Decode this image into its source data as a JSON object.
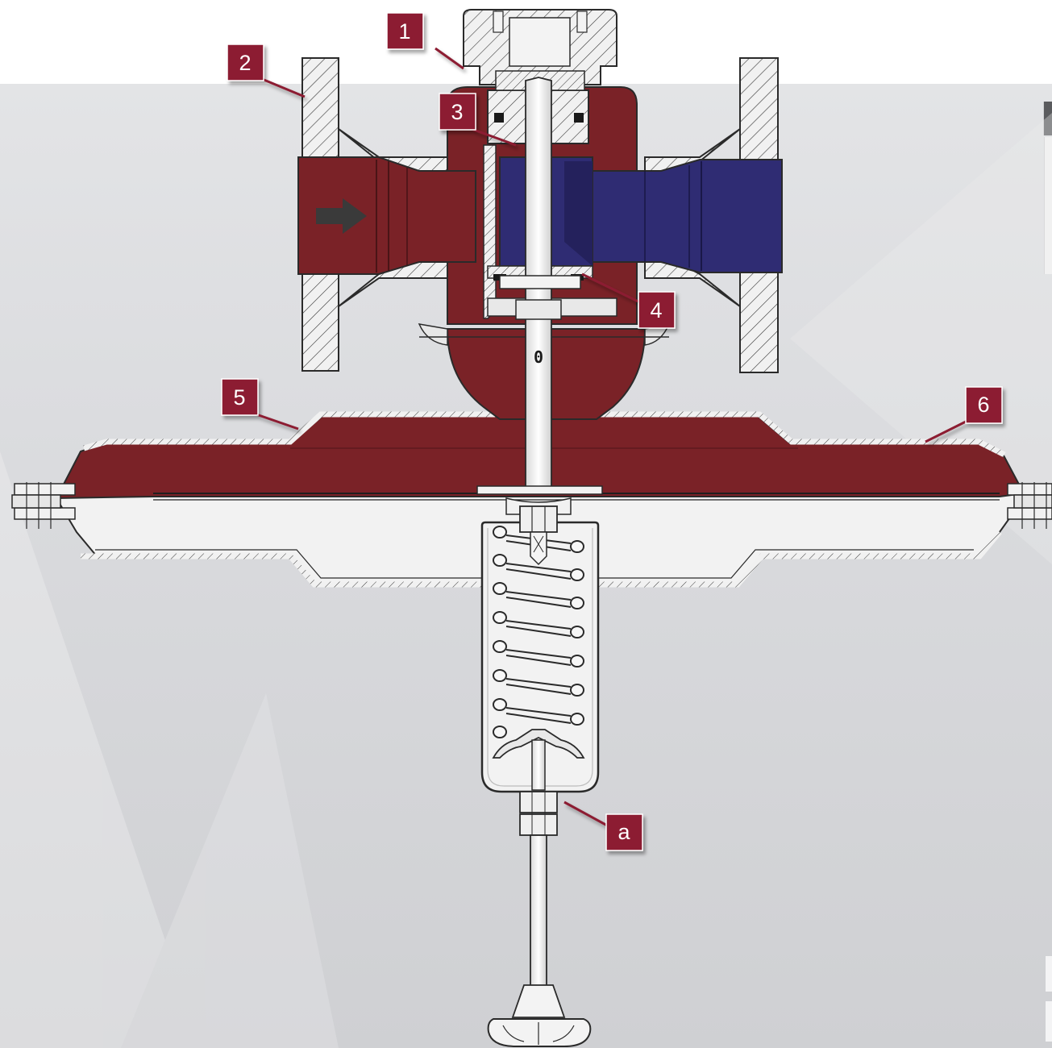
{
  "diagram": {
    "callouts": [
      {
        "id": "1",
        "label": "1"
      },
      {
        "id": "2",
        "label": "2"
      },
      {
        "id": "3",
        "label": "3"
      },
      {
        "id": "4",
        "label": "4"
      },
      {
        "id": "5",
        "label": "5"
      },
      {
        "id": "6",
        "label": "6"
      },
      {
        "id": "a",
        "label": "a"
      }
    ],
    "stem_marking": "0",
    "colors": {
      "inlet_pressure": "#7a2227",
      "outlet_pressure": "#2f2c73",
      "callout_badge": "#8c1f33",
      "metal_outline": "#2a2a2a",
      "hatch": "#3a3a3a",
      "body_fill": "#efefef",
      "background": "#d9dadd"
    },
    "icons": [
      "flow-direction-arrow-icon"
    ]
  }
}
